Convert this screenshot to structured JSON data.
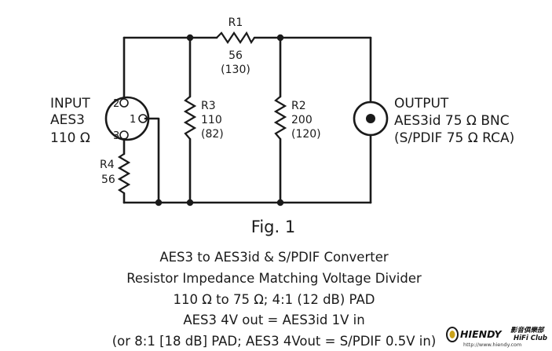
{
  "input_label": {
    "line1": "INPUT",
    "line2": "AES3",
    "line3": "110 Ω"
  },
  "output_label": {
    "line1": "OUTPUT",
    "line2": "AES3id 75 Ω BNC",
    "line3": "(S/PDIF 75 Ω RCA)"
  },
  "pins": {
    "pin1": "1",
    "pin2": "2",
    "pin3": "3"
  },
  "resistors": {
    "r1": {
      "name": "R1",
      "value": "56",
      "alt": "(130)"
    },
    "r2": {
      "name": "R2",
      "value": "200",
      "alt": "(120)"
    },
    "r3": {
      "name": "R3",
      "value": "110",
      "alt": "(82)"
    },
    "r4": {
      "name": "R4",
      "value": "56"
    }
  },
  "figure_label": "Fig. 1",
  "caption": {
    "line1": "AES3 to AES3id & S/PDIF Converter",
    "line2": "Resistor Impedance Matching Voltage Divider",
    "line3": "110 Ω to 75 Ω;  4:1 (12 dB) PAD",
    "line4": "AES3 4V out = AES3id 1V in",
    "line5": "(or 8:1 [18 dB] PAD; AES3 4Vout = S/PDIF 0.5V in)"
  },
  "watermark": {
    "brand": "HIENDY",
    "chinese": "影音俱樂部",
    "sub": "HiFi Club",
    "url": "http://www.hiendy.com"
  }
}
